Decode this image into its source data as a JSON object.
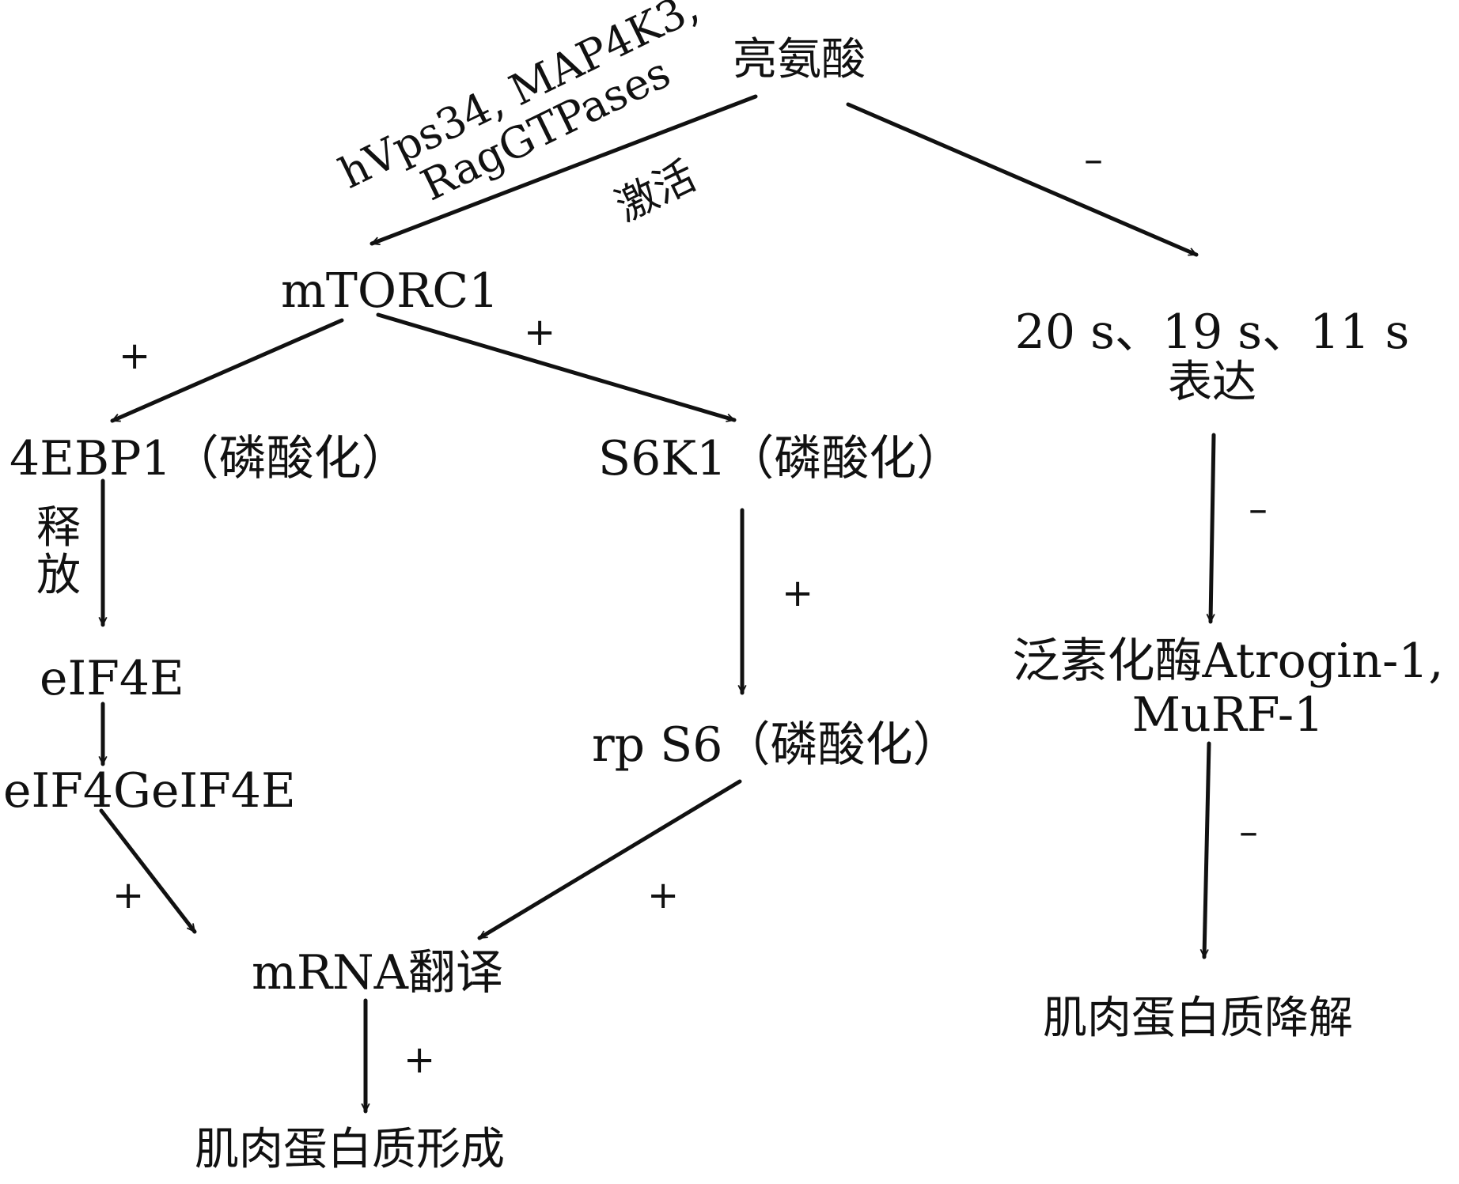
{
  "nodes": {
    "leucine": "亮氨酸",
    "mtorc1": "mTORC1",
    "expression_line1": "20 s、19 s、11 s",
    "expression_line2": "表达",
    "eb4p1": "4EBP1（磷酸化）",
    "s6k1": "S6K1（磷酸化）",
    "release_1": "释",
    "release_2": "放",
    "eif4e": "eIF4E",
    "eif4ge": "eIF4GeIF4E",
    "rps6": "rp S6（磷酸化）",
    "ubiquitin_line1": "泛素化酶Atrogin-1,",
    "ubiquitin_line2": "MuRF-1",
    "mrna": "mRNA翻译",
    "formation": "肌肉蛋白质形成",
    "degradation": "肌肉蛋白质降解"
  },
  "edge_labels": {
    "activators_line1": "hVps34, MAP4K3,",
    "activators_line2": "RagGTPases",
    "activate": "激活"
  },
  "signs": {
    "plus": "+",
    "minus": "–"
  },
  "colors": {
    "line": "#111111",
    "background": "#ffffff"
  }
}
